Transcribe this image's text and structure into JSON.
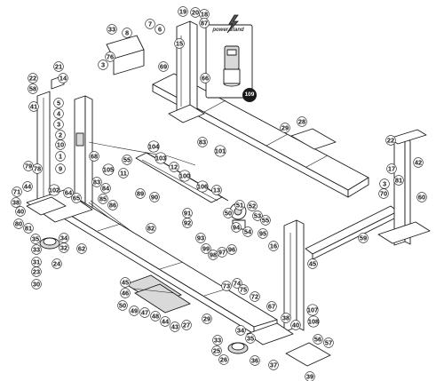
{
  "brand": {
    "text": "power stand",
    "badge": "109"
  },
  "callouts": [
    {
      "label": "33"
    },
    {
      "label": "8"
    },
    {
      "label": "7"
    },
    {
      "label": "6"
    },
    {
      "label": "76"
    },
    {
      "label": "3"
    },
    {
      "label": "19"
    },
    {
      "label": "20"
    },
    {
      "label": "18"
    },
    {
      "label": "87"
    },
    {
      "label": "15"
    },
    {
      "label": "69"
    },
    {
      "label": "66"
    },
    {
      "label": "22"
    },
    {
      "label": "21"
    },
    {
      "label": "14"
    },
    {
      "label": "58"
    },
    {
      "label": "41"
    },
    {
      "label": "5"
    },
    {
      "label": "4"
    },
    {
      "label": "3"
    },
    {
      "label": "2"
    },
    {
      "label": "10"
    },
    {
      "label": "1"
    },
    {
      "label": "9"
    },
    {
      "label": "68"
    },
    {
      "label": "65"
    },
    {
      "label": "104"
    },
    {
      "label": "103"
    },
    {
      "label": "55"
    },
    {
      "label": "105"
    },
    {
      "label": "11"
    },
    {
      "label": "12"
    },
    {
      "label": "100"
    },
    {
      "label": "106"
    },
    {
      "label": "13"
    },
    {
      "label": "89"
    },
    {
      "label": "90"
    },
    {
      "label": "83"
    },
    {
      "label": "101"
    },
    {
      "label": "29"
    },
    {
      "label": "28"
    },
    {
      "label": "22"
    },
    {
      "label": "42"
    },
    {
      "label": "17"
    },
    {
      "label": "81"
    },
    {
      "label": "3"
    },
    {
      "label": "70"
    },
    {
      "label": "60"
    },
    {
      "label": "79"
    },
    {
      "label": "78"
    },
    {
      "label": "44"
    },
    {
      "label": "102"
    },
    {
      "label": "71"
    },
    {
      "label": "64"
    },
    {
      "label": "83"
    },
    {
      "label": "84"
    },
    {
      "label": "85"
    },
    {
      "label": "86"
    },
    {
      "label": "38"
    },
    {
      "label": "40"
    },
    {
      "label": "82"
    },
    {
      "label": "80"
    },
    {
      "label": "81"
    },
    {
      "label": "35"
    },
    {
      "label": "34"
    },
    {
      "label": "33"
    },
    {
      "label": "32"
    },
    {
      "label": "31"
    },
    {
      "label": "23"
    },
    {
      "label": "24"
    },
    {
      "label": "30"
    },
    {
      "label": "62"
    },
    {
      "label": "51"
    },
    {
      "label": "52"
    },
    {
      "label": "53"
    },
    {
      "label": "55"
    },
    {
      "label": "50"
    },
    {
      "label": "91"
    },
    {
      "label": "92"
    },
    {
      "label": "94"
    },
    {
      "label": "54"
    },
    {
      "label": "95"
    },
    {
      "label": "93"
    },
    {
      "label": "99"
    },
    {
      "label": "98"
    },
    {
      "label": "97"
    },
    {
      "label": "96"
    },
    {
      "label": "16"
    },
    {
      "label": "59"
    },
    {
      "label": "45"
    },
    {
      "label": "45"
    },
    {
      "label": "46"
    },
    {
      "label": "50"
    },
    {
      "label": "49"
    },
    {
      "label": "47"
    },
    {
      "label": "48"
    },
    {
      "label": "44"
    },
    {
      "label": "43"
    },
    {
      "label": "27"
    },
    {
      "label": "29"
    },
    {
      "label": "73"
    },
    {
      "label": "74"
    },
    {
      "label": "75"
    },
    {
      "label": "72"
    },
    {
      "label": "67"
    },
    {
      "label": "38"
    },
    {
      "label": "107"
    },
    {
      "label": "40"
    },
    {
      "label": "108"
    },
    {
      "label": "34"
    },
    {
      "label": "35"
    },
    {
      "label": "33"
    },
    {
      "label": "25"
    },
    {
      "label": "26"
    },
    {
      "label": "36"
    },
    {
      "label": "37"
    },
    {
      "label": "56"
    },
    {
      "label": "57"
    },
    {
      "label": "39"
    }
  ]
}
